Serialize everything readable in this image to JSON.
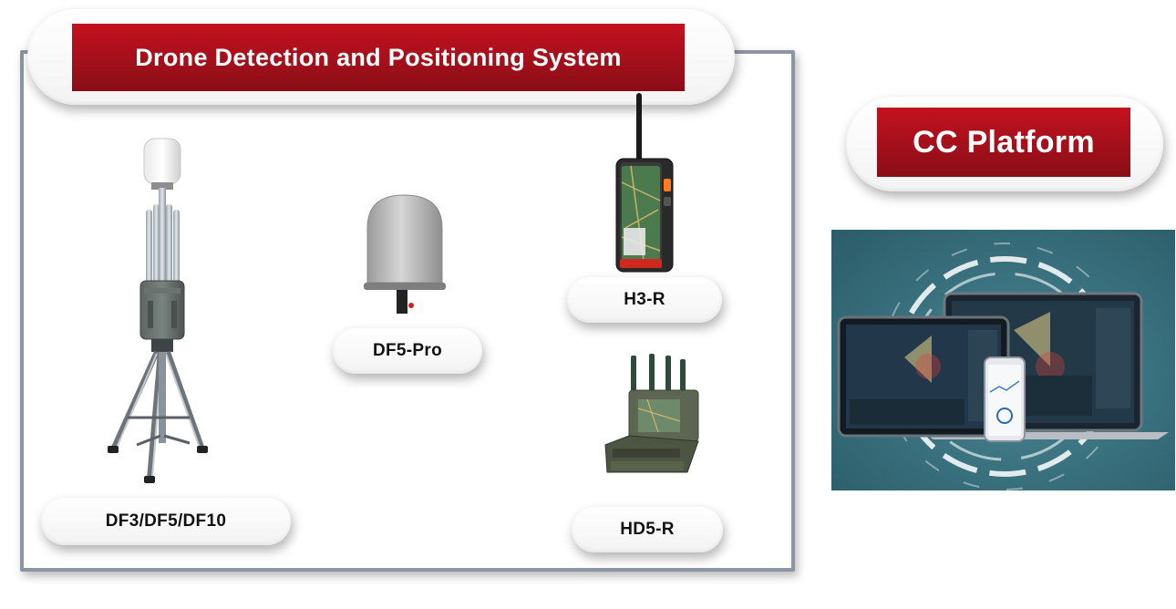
{
  "title": "Drone Detection and Positioning System",
  "platform_title": "CC Platform",
  "devices": [
    {
      "label": "DF3/DF5/DF10"
    },
    {
      "label": "DF5-Pro"
    },
    {
      "label": "H3-R"
    },
    {
      "label": "HD5-R"
    }
  ],
  "colors": {
    "banner_red": "#a3101b",
    "frame_border": "#8c95a4",
    "platform_bg": "#3b7380"
  }
}
